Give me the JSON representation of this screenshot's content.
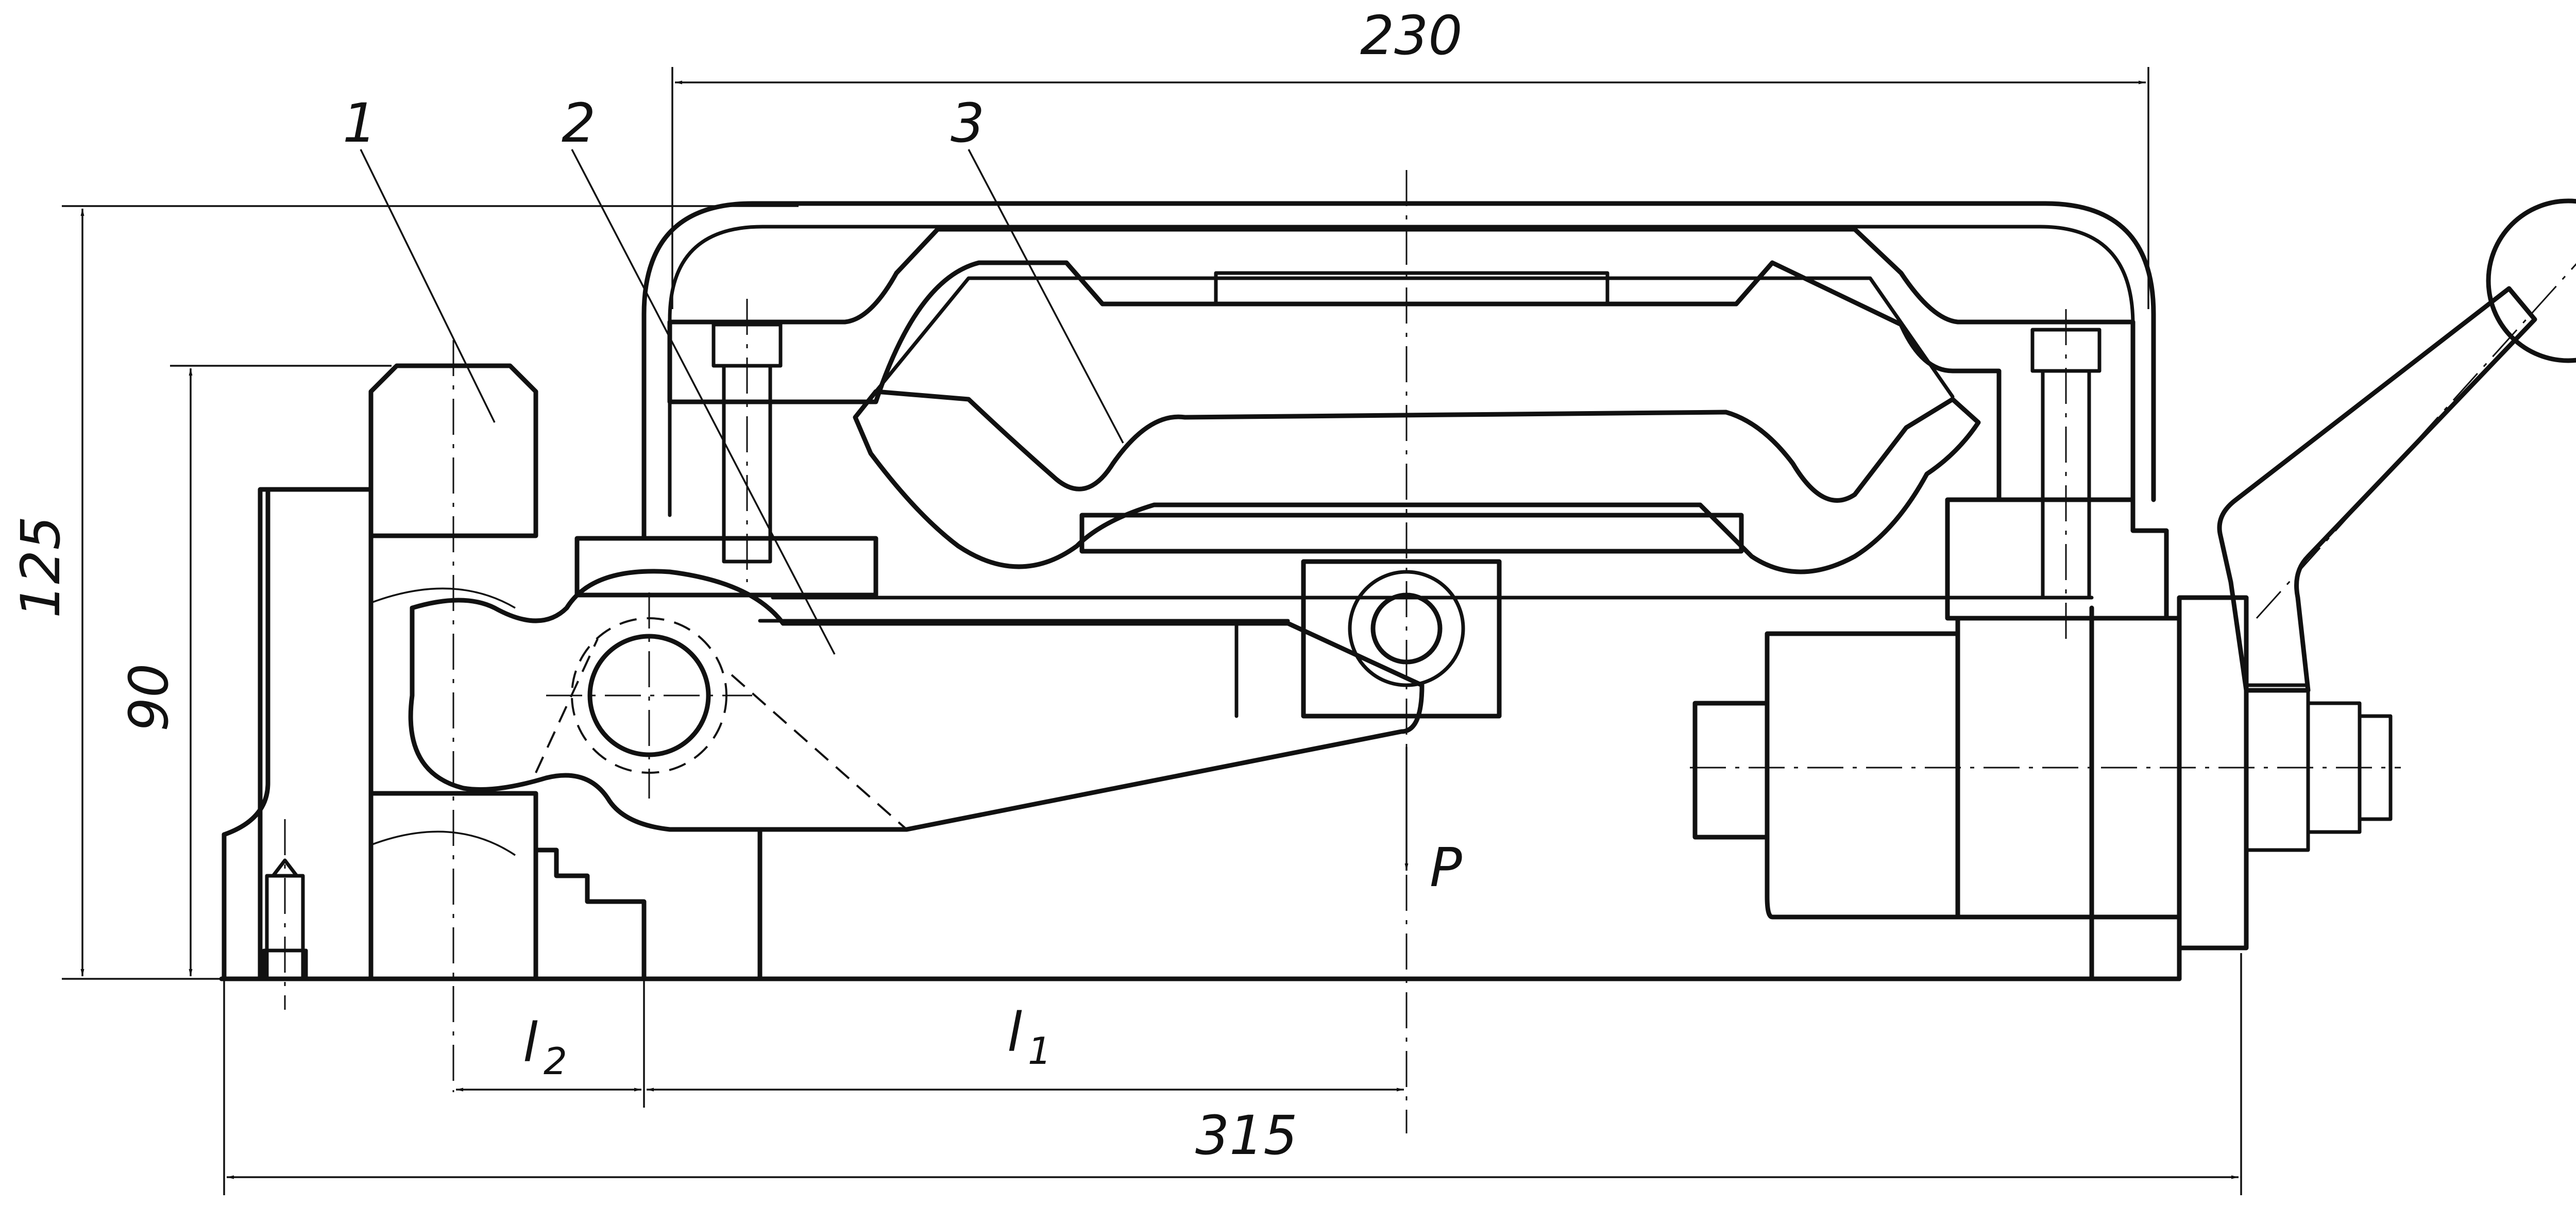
{
  "dimensions": {
    "width_top": "230",
    "height_overall": "125",
    "height_base": "90",
    "length_overall": "315",
    "arm_l1": {
      "letter": "l",
      "sub": "1"
    },
    "arm_l2": {
      "letter": "l",
      "sub": "2"
    }
  },
  "callouts": {
    "part_1": "1",
    "part_2": "2",
    "part_3": "3"
  },
  "force": {
    "label": "P"
  }
}
